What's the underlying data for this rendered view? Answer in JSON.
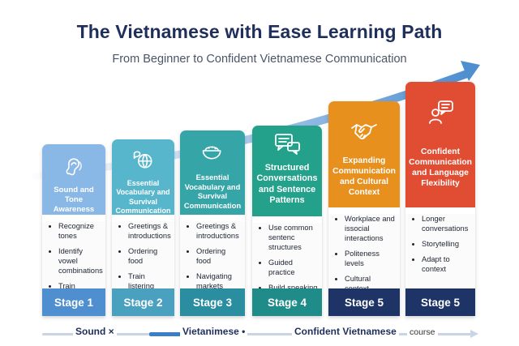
{
  "title": "The Vietnamese with Ease Learning Path",
  "subtitle": "From Beginner to Confident Vietnamese Communication",
  "stages": [
    {
      "icon": "ear-icon",
      "heading": "Sound and Tone Awareness",
      "items": [
        "Recognize tones",
        "Identify vowel combinations",
        "Train listening"
      ],
      "label": "Stage 1",
      "colors": {
        "head": "#8ab8e6",
        "foot": "#4f8fcf"
      }
    },
    {
      "icon": "globe-conversation-icon",
      "heading": "Essential Vocabulary and Survival Communication",
      "items": [
        "Greetings & introductions",
        "Ordering food",
        "Train listering"
      ],
      "label": "Stage 2",
      "colors": {
        "head": "#57b6cc",
        "foot": "#4aa0bf"
      }
    },
    {
      "icon": "food-bowl-icon",
      "heading": "Essential Vocabulary and Survival Communication",
      "items": [
        "Greetings & introductions",
        "Ordering food",
        "Navigating markets"
      ],
      "label": "Stage 3",
      "colors": {
        "head": "#36a5a8",
        "foot": "#2a8ea0"
      }
    },
    {
      "icon": "chat-bubbles-icon",
      "heading": "Structured Conversations and Sentence Patterns",
      "items": [
        "Use common sentenc structures",
        "Guided practice",
        "Build speaking confidence"
      ],
      "label": "Stage 4",
      "colors": {
        "head": "#23a18a",
        "foot": "#1f8c89"
      }
    },
    {
      "icon": "handshake-icon",
      "heading": "Expanding Communication and Cultural Context",
      "items": [
        "Workplace and issocial interactions",
        "Politeness levels",
        "Cultural context"
      ],
      "label": "Stage 5",
      "colors": {
        "head": "#e8901e",
        "foot": "#1e3466"
      }
    },
    {
      "icon": "speaking-person-icon",
      "heading": "Confident Communication and Language Flexibility",
      "items": [
        "Longer conversations",
        "Storytelling",
        "Adapt to context"
      ],
      "label": "Stage 5",
      "colors": {
        "head": "#e04d33",
        "foot": "#1e3466"
      }
    }
  ],
  "bottom": {
    "left": "Sound ×",
    "mid": "Vietanimese •",
    "right": "Confident Vietnamese",
    "right_small": "course"
  }
}
